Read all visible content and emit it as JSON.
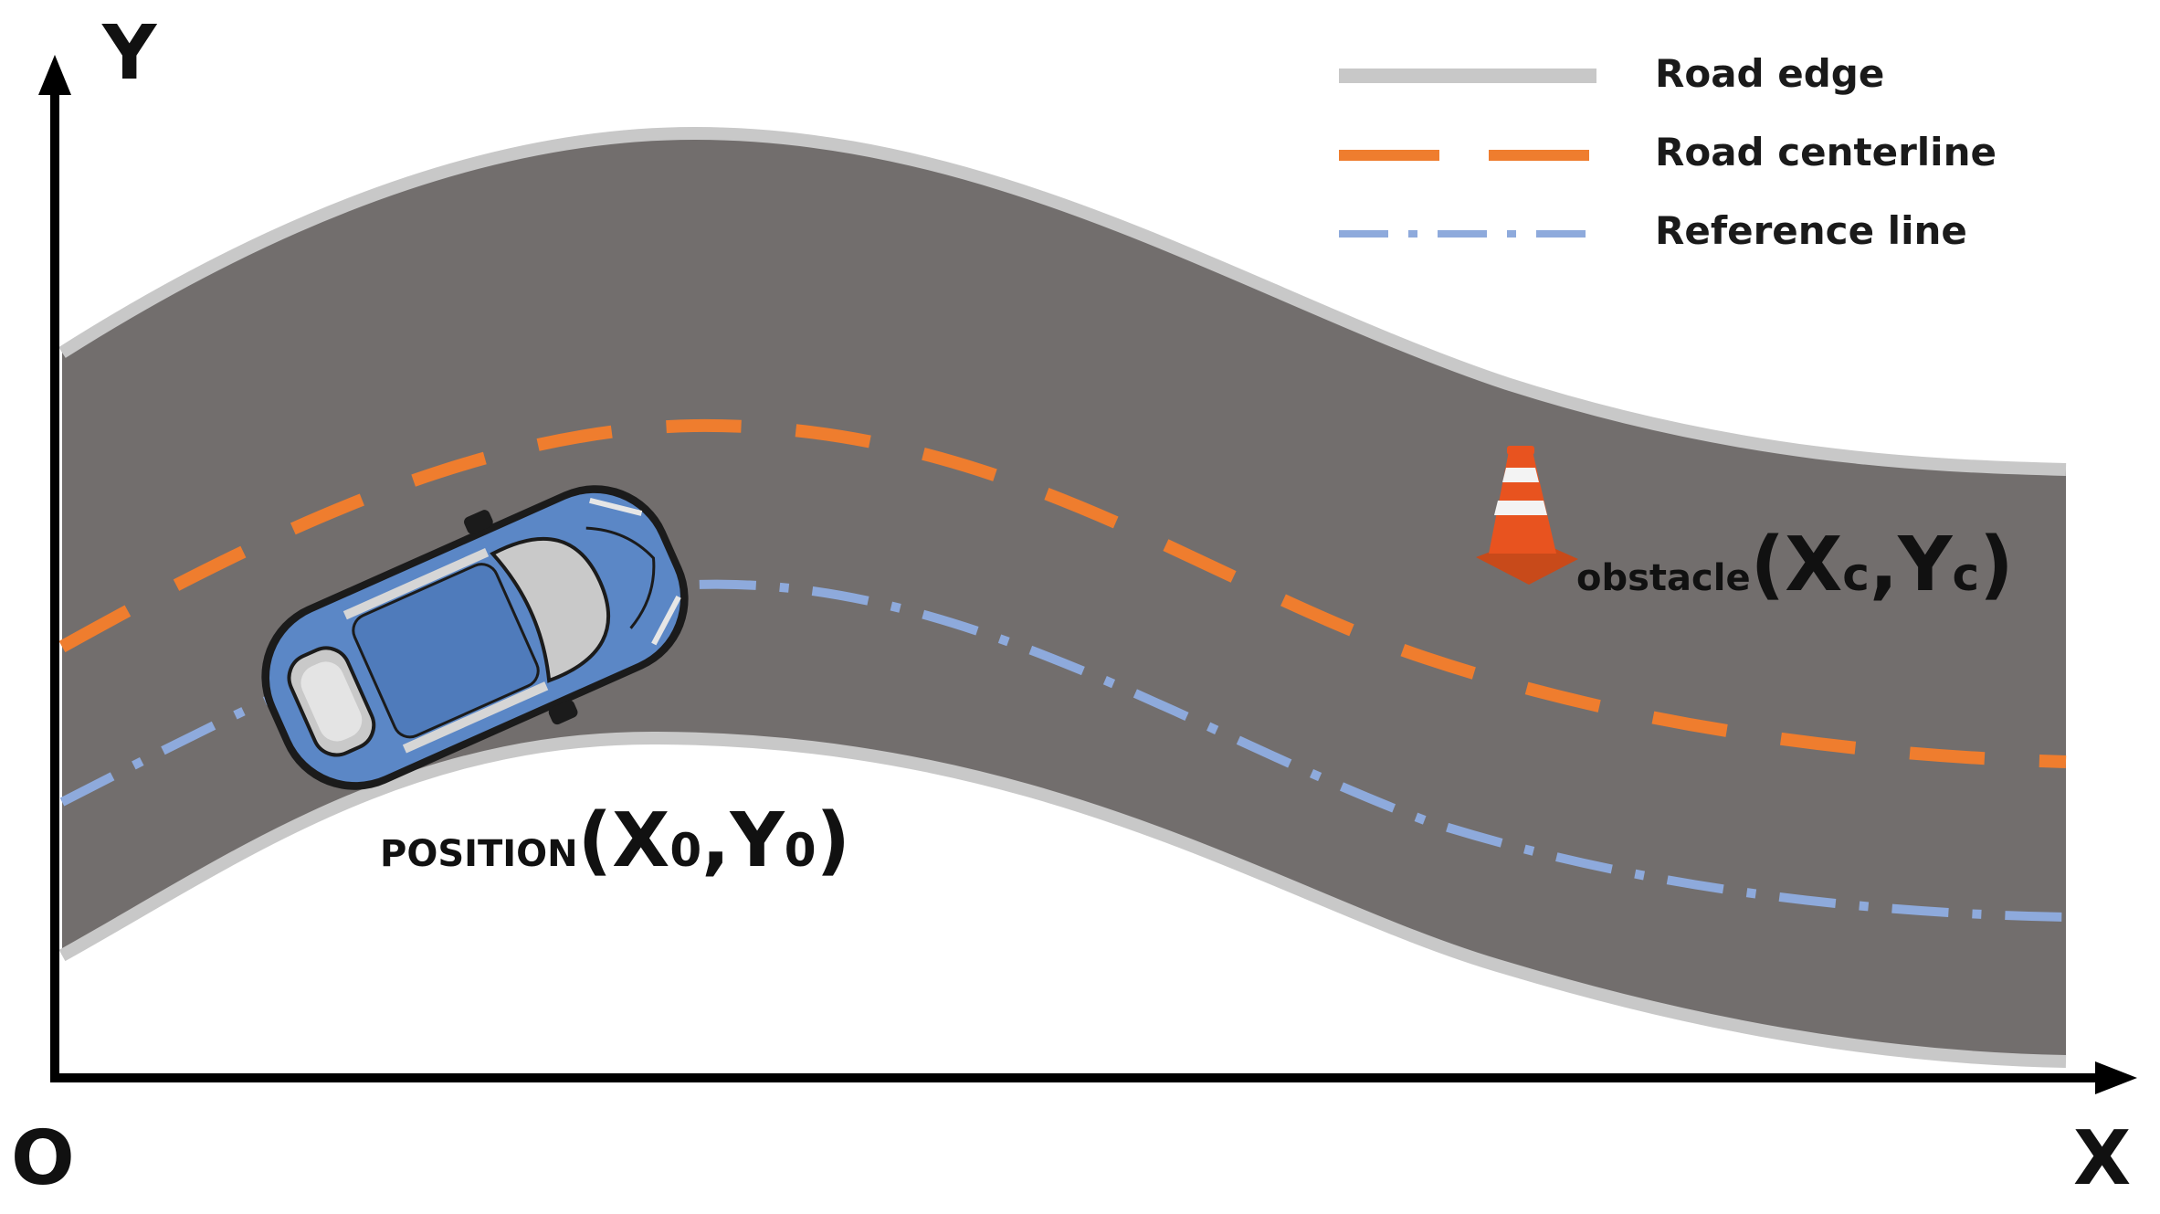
{
  "axes": {
    "y_label": "Y",
    "origin_label": "O",
    "x_label": "X"
  },
  "legend": {
    "items": [
      {
        "label": "Road edge",
        "color": "#c8c8c8",
        "style": "solid"
      },
      {
        "label": "Road centerline",
        "color": "#ef7d2e",
        "style": "dashed"
      },
      {
        "label": "Reference line",
        "color": "#8eaadc",
        "style": "dash-dot"
      }
    ]
  },
  "annotations": {
    "position": {
      "prefix": "POSITION",
      "open": "(X",
      "sub1": "0",
      "mid": ",Y",
      "sub2": "0",
      "close": ")"
    },
    "obstacle": {
      "prefix": "obstacle",
      "open": "(X",
      "sub1": "c",
      "mid": ",Y",
      "sub2": "c",
      "close": ")"
    }
  },
  "colors": {
    "road": "#726e6d",
    "road_edge": "#c8c8c8",
    "centerline": "#ef7d2e",
    "reference": "#8eaadc",
    "car_body": "#5b87c6",
    "cone": "#e8531f"
  },
  "icons": {
    "car": "car-icon",
    "obstacle": "traffic-cone-icon"
  }
}
